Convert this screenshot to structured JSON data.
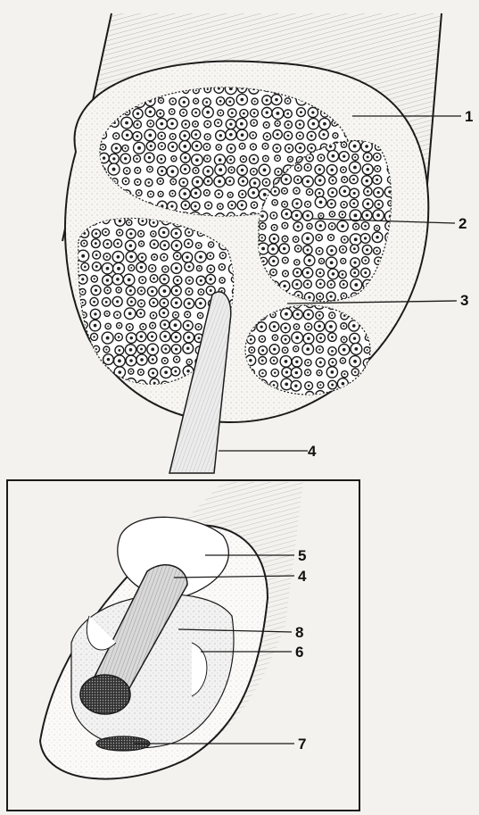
{
  "figure": {
    "labels": {
      "l1": "1",
      "l2": "2",
      "l3": "3",
      "l4_top": "4",
      "l5": "5",
      "l4_inset": "4",
      "l8": "8",
      "l6": "6",
      "l7": "7"
    },
    "colors": {
      "ink": "#1a1a1a",
      "paper": "#f4f2ee",
      "fascicle": "#ffffff",
      "stipple": "#8a8a8a"
    }
  }
}
